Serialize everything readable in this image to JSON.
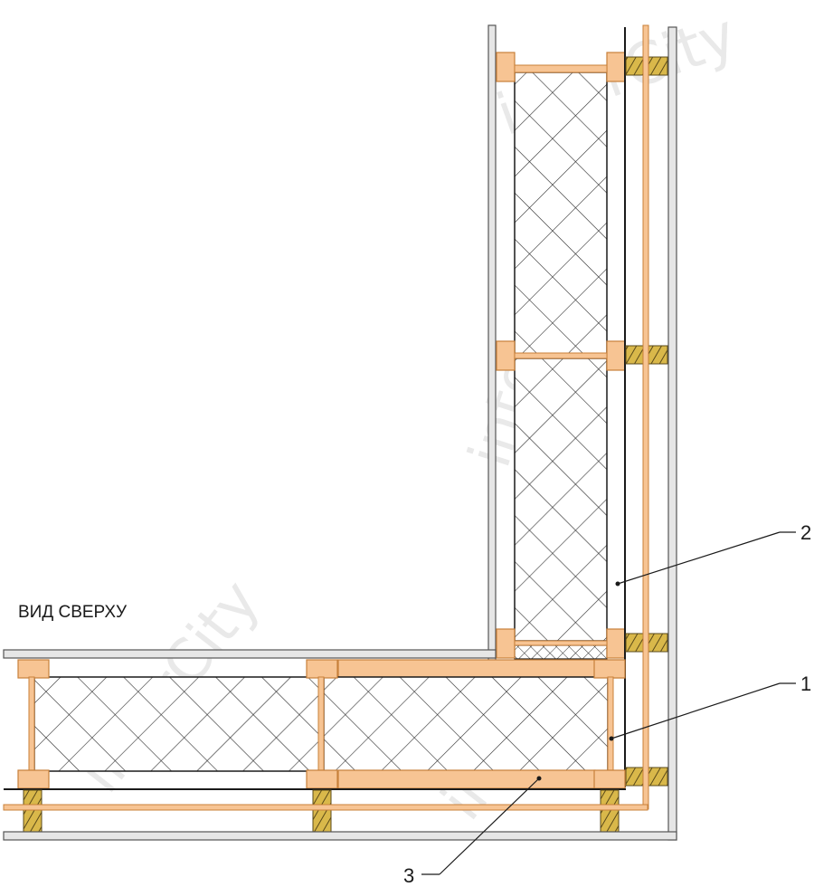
{
  "view_title": "ВИД СВЕРХУ",
  "callouts": [
    {
      "id": "1",
      "text": "1"
    },
    {
      "id": "2",
      "text": "2"
    },
    {
      "id": "3",
      "text": "3"
    }
  ],
  "watermark": "interCity",
  "colors": {
    "timber": "#f7c493",
    "timber_edge": "#c8803a",
    "insulation_fill": "#ffffff",
    "insulation_mesh": "#2f2f2f",
    "board_fill": "#e6e6e6",
    "board_edge": "#555555",
    "log_fill": "#d9b84a",
    "line": "#1a1a1a"
  }
}
